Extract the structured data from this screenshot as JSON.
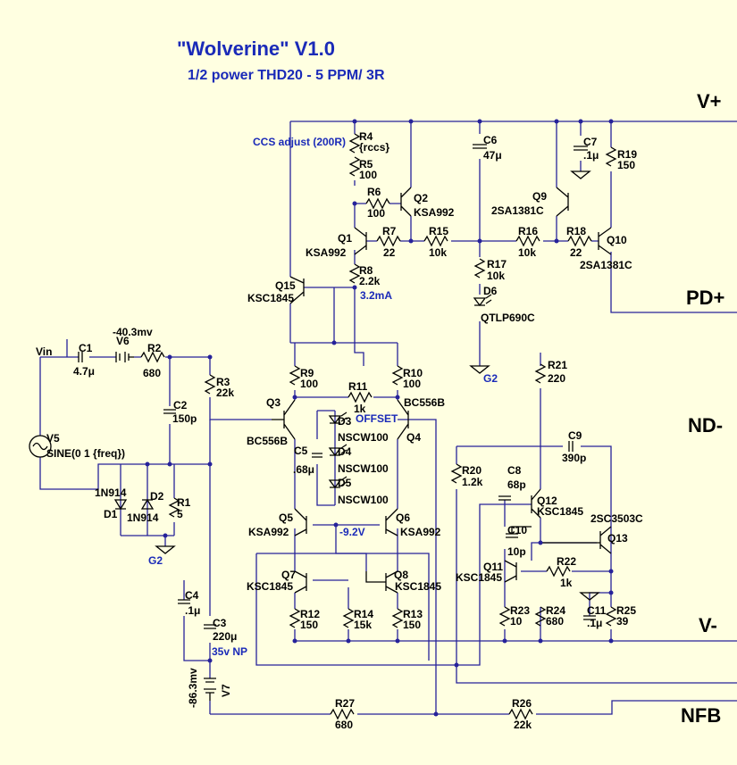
{
  "title": "\"Wolverine\" V1.0",
  "subtitle": "1/2  power THD20 - 5 PPM/ 3R",
  "rails": {
    "vplus": "V+",
    "pdplus": "PD+",
    "ndminus": "ND-",
    "vminus": "V-",
    "nfb": "NFB"
  },
  "notes": {
    "ccs": "CCS adjust (200R)",
    "current": "3.2mA",
    "offset": "OFFSET",
    "g2a": "G2",
    "g2b": "G2",
    "vin": "Vin",
    "v92": "-9.2V",
    "v403": "-40.3mv",
    "v863": "-86.3mv",
    "np": "35v NP"
  },
  "parts": {
    "R4": {
      "name": "R4",
      "value": "{rccs}"
    },
    "R5": {
      "name": "R5",
      "value": "100"
    },
    "R6": {
      "name": "R6",
      "value": "100"
    },
    "R7": {
      "name": "R7",
      "value": "22"
    },
    "R8": {
      "name": "R8",
      "value": "2.2k"
    },
    "R15": {
      "name": "R15",
      "value": "10k"
    },
    "R16": {
      "name": "R16",
      "value": "10k"
    },
    "R17": {
      "name": "R17",
      "value": "10k"
    },
    "R18": {
      "name": "R18",
      "value": "22"
    },
    "R19": {
      "name": "R19",
      "value": "150"
    },
    "R9": {
      "name": "R9",
      "value": "100"
    },
    "R10": {
      "name": "R10",
      "value": "100"
    },
    "R11": {
      "name": "R11",
      "value": "1k"
    },
    "R21": {
      "name": "R21",
      "value": "220"
    },
    "R20": {
      "name": "R20",
      "value": "1.2k"
    },
    "R1": {
      "name": "R1",
      "value": "5"
    },
    "R2": {
      "name": "R2",
      "value": "680"
    },
    "R3": {
      "name": "R3",
      "value": "22k"
    },
    "R12": {
      "name": "R12",
      "value": "150"
    },
    "R13": {
      "name": "R13",
      "value": "150"
    },
    "R14": {
      "name": "R14",
      "value": "15k"
    },
    "R22": {
      "name": "R22",
      "value": "1k"
    },
    "R23": {
      "name": "R23",
      "value": "10"
    },
    "R24": {
      "name": "R24",
      "value": "680"
    },
    "R25": {
      "name": "R25",
      "value": "39"
    },
    "R26": {
      "name": "R26",
      "value": "22k"
    },
    "R27": {
      "name": "R27",
      "value": "680"
    },
    "C1": {
      "name": "C1",
      "value": "4.7μ"
    },
    "C2": {
      "name": "C2",
      "value": "150p"
    },
    "C3": {
      "name": "C3",
      "value": "220μ"
    },
    "C4": {
      "name": "C4",
      "value": ".1μ"
    },
    "C5": {
      "name": "C5",
      "value": ".68μ"
    },
    "C6": {
      "name": "C6",
      "value": "47μ"
    },
    "C7": {
      "name": "C7",
      "value": ".1μ"
    },
    "C8": {
      "name": "C8",
      "value": "68p"
    },
    "C9": {
      "name": "C9",
      "value": "390p"
    },
    "C10": {
      "name": "C10",
      "value": "10p"
    },
    "C11": {
      "name": "C11",
      "value": ".1μ"
    },
    "Q1": {
      "name": "Q1",
      "value": "KSA992"
    },
    "Q2": {
      "name": "Q2",
      "value": "KSA992"
    },
    "Q3": {
      "name": "Q3",
      "value": "BC556B"
    },
    "Q4": {
      "name": "Q4",
      "value": "BC556B"
    },
    "Q5": {
      "name": "Q5",
      "value": "KSA992"
    },
    "Q6": {
      "name": "Q6",
      "value": "KSA992"
    },
    "Q7": {
      "name": "Q7",
      "value": "KSC1845"
    },
    "Q8": {
      "name": "Q8",
      "value": "KSC1845"
    },
    "Q9": {
      "name": "Q9",
      "value": "2SA1381C"
    },
    "Q10": {
      "name": "Q10",
      "value": "2SA1381C"
    },
    "Q11": {
      "name": "Q11",
      "value": "KSC1845"
    },
    "Q12": {
      "name": "Q12",
      "value": "KSC1845"
    },
    "Q13": {
      "name": "Q13",
      "value": "2SC3503C"
    },
    "Q15": {
      "name": "Q15",
      "value": "KSC1845"
    },
    "D1": {
      "name": "D1",
      "value": "1N914"
    },
    "D2": {
      "name": "D2",
      "value": "1N914"
    },
    "D3": {
      "name": "D3",
      "value": "NSCW100"
    },
    "D4": {
      "name": "D4",
      "value": "NSCW100"
    },
    "D5": {
      "name": "D5",
      "value": "NSCW100"
    },
    "D6": {
      "name": "D6",
      "value": "QTLP690C"
    },
    "V5": {
      "name": "V5",
      "value": "SINE(0 1 {freq})"
    },
    "V6": {
      "name": "V6"
    },
    "V7": {
      "name": "V7"
    }
  },
  "colors": {
    "background": "#ffffe1",
    "wire": "#26229a",
    "component": "#000000",
    "annotation": "#1a2ab8"
  }
}
